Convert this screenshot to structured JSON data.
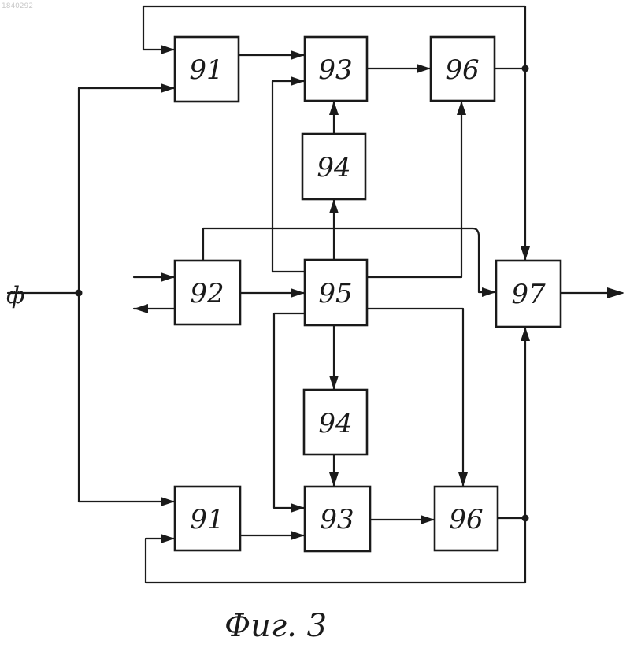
{
  "doc_id": "1840292",
  "input_symbol": "ф",
  "caption": "Фиг. 3",
  "blocks": {
    "b91_top": "91",
    "b93_top": "93",
    "b96_top": "96",
    "b94_top": "94",
    "b92": "92",
    "b95": "95",
    "b97": "97",
    "b94_bot": "94",
    "b91_bot": "91",
    "b93_bot": "93",
    "b96_bot": "96"
  }
}
